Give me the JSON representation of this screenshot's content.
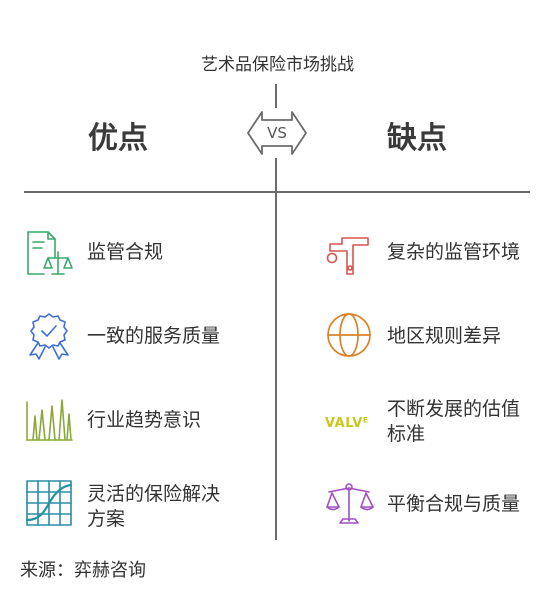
{
  "title": "艺术品保险市场挑战",
  "vs_label": "VS",
  "left": {
    "heading": "优点",
    "items": [
      {
        "label": "监管合规",
        "icon": "document-scales-icon"
      },
      {
        "label": "一致的服务质量",
        "icon": "award-badge-icon"
      },
      {
        "label": "行业趋势意识",
        "icon": "trend-bars-icon"
      },
      {
        "label_line1": "灵活的保险解决",
        "label_line2": "方案",
        "icon": "grid-curve-icon"
      }
    ]
  },
  "right": {
    "heading": "缺点",
    "items": [
      {
        "label": "复杂的监管环境",
        "icon": "maze-path-icon"
      },
      {
        "label": "地区规则差异",
        "icon": "globe-icon"
      },
      {
        "label_line1": "不断发展的估值",
        "label_line2": "标准",
        "icon": "valve-text-icon",
        "icon_text": "VALVᴱ"
      },
      {
        "label": "平衡合规与质量",
        "icon": "scales-icon"
      }
    ]
  },
  "source": "来源：弈赫咨询",
  "colors": {
    "green": "#3aa86b",
    "blue": "#3d6fd6",
    "olive": "#8aa83a",
    "teal": "#2a8ea6",
    "red": "#d9534f",
    "orange": "#d9822b",
    "yellow": "#c8c81e",
    "purple": "#a24fc2",
    "divider": "#6b6b6b"
  }
}
